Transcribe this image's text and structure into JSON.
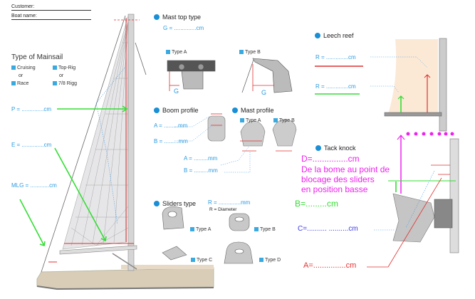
{
  "header": {
    "customer_label": "Customer:",
    "boat_name_label": "Boat name:"
  },
  "mainsail_type": {
    "title": "Type of Mainsail",
    "options_left": [
      "Cruising",
      "or",
      "Race"
    ],
    "options_right": [
      "Top-Rig",
      "or",
      "7/8 Rigg"
    ]
  },
  "sail_measurements": {
    "p": "P = ..............cm",
    "e": "E = ..............cm",
    "mlg": "MLG = ............cm"
  },
  "mast_top": {
    "title": "Mast top type",
    "g": "G = ..............cm",
    "type_a": "Type A",
    "type_b": "Type B",
    "g_label": "G"
  },
  "boom_profile": {
    "title": "Boom profile",
    "a": "A = .........mm",
    "b": "B = .........mm"
  },
  "mast_profile": {
    "title": "Mast profile",
    "type_a": "Type A",
    "type_b": "Type B",
    "a": "A = .........mm",
    "b": "B = .........mm"
  },
  "sliders": {
    "title": "Sliders type",
    "r": "R = ..............mm",
    "r_note": "R = Diameter",
    "type_a": "Type A",
    "type_b": "Type B",
    "type_c": "Type C",
    "type_d": "Type D"
  },
  "leech_reef": {
    "title": "Leech reef",
    "r1": "R = ..............cm",
    "r2": "R = ..............cm"
  },
  "tack_knock": {
    "title": "Tack knock",
    "d": "D=...............cm",
    "note_lines": [
      "De la bome au point de",
      "blocage des sliders",
      "en position basse"
    ],
    "b": "B=.........cm",
    "c": "C=..........  ..........cm",
    "a": "A=...............cm"
  },
  "colors": {
    "accent_blue": "#1a8fd6",
    "measure_red": "#e83030",
    "arrow_green": "#33dd33",
    "magenta": "#ee22ee"
  }
}
